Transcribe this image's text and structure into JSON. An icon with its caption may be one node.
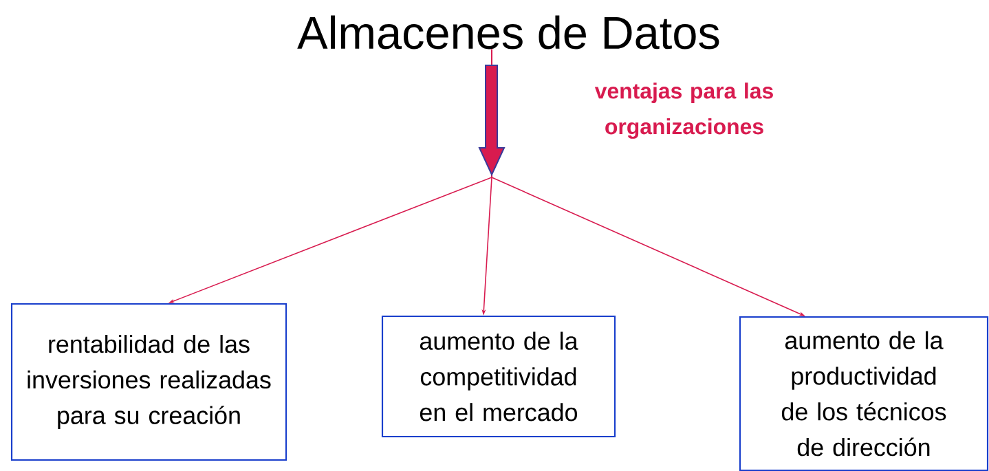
{
  "diagram": {
    "nodes": [
      {
        "text": [
          "Almacenes de Datos"
        ]
      },
      {
        "text": [
          "rentabilidad de las inversiones realizadas para su creación"
        ]
      },
      {
        "text": [
          "aumento de la competitividad en el mercado"
        ]
      },
      {
        "text": [
          "aumento de la productividad de los técnicos de dirección"
        ]
      }
    ],
    "edges": [
      {
        "from": 0,
        "to": 1,
        "arrow": "to"
      },
      {
        "from": 0,
        "to": 2,
        "arrow": "to",
        "label": "ventajas para las organizaciones"
      },
      {
        "from": 0,
        "to": 3,
        "arrow": "to"
      }
    ]
  }
}
